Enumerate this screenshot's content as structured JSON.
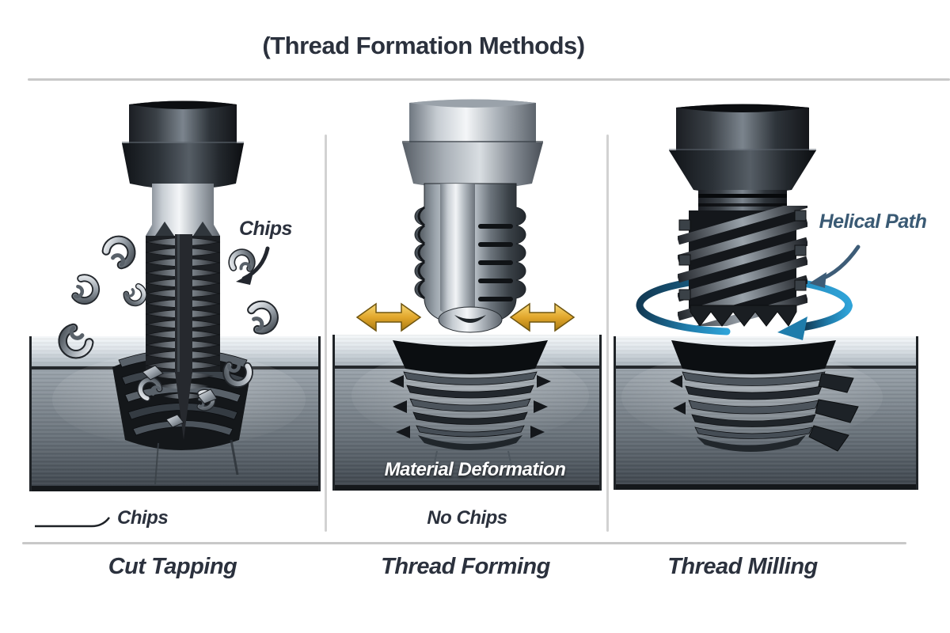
{
  "header": {
    "title": "(Thread Formation Methods)"
  },
  "panels": [
    {
      "name": "Cut Tapping",
      "annotations": {
        "chips_arrow_label": "Chips",
        "chips_leader_label": "Chips"
      }
    },
    {
      "name": "Thread Forming",
      "annotations": {
        "surface_label": "Material Deformation",
        "below_label": "No Chips"
      }
    },
    {
      "name": "Thread Milling",
      "annotations": {
        "path_label": "Helical Path"
      }
    }
  ],
  "colors": {
    "heading_text": "#2b313d",
    "helical_label_text": "#3a5a74",
    "pressure_arrow_gold": "#e2a72c",
    "rotation_arrow_blue": "#2586b4",
    "divider_gray": "#c8c8c8"
  }
}
